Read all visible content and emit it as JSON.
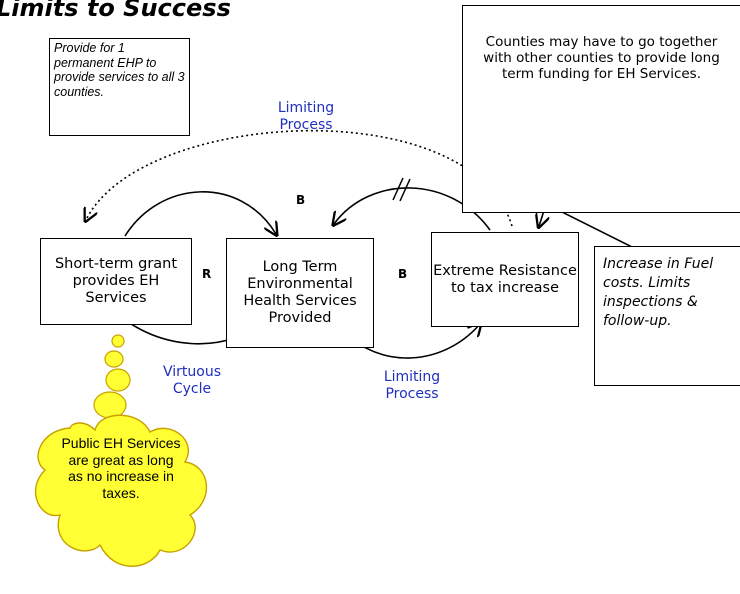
{
  "title": "Limits to Success",
  "notes": {
    "top_left": "Provide for 1 permanent EHP to provide services to all 3 counties.",
    "top_right": "Counties may have to go together with other counties to provide long term funding for EH Services.",
    "fuel": "Increase in Fuel costs. Limits inspections & follow-up."
  },
  "nodes": {
    "short_term": "Short-term grant provides EH Services",
    "long_term": "Long Term Environmental Health Services Provided",
    "resistance": "Extreme Resistance to tax increase"
  },
  "loop_markers": {
    "r": "R",
    "b_top": "B",
    "b_mid": "B"
  },
  "labels": {
    "limiting_top": "Limiting Process",
    "virtuous": "Virtuous Cycle",
    "limiting_bottom": "Limiting Process"
  },
  "thought": "Public EH Services are great as long as no increase in taxes.",
  "colors": {
    "blue_label": "#1f2fbf",
    "thought_fill": "#ffff33",
    "thought_stroke": "#c8a000"
  }
}
